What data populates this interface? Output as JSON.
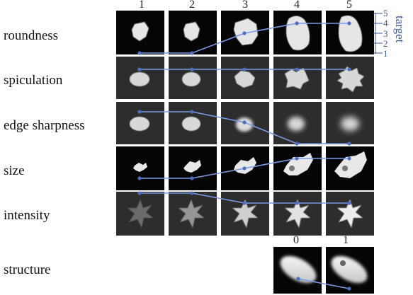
{
  "rows": [
    {
      "id": "roundness",
      "label": "roundness",
      "levels": [
        1,
        1,
        3,
        4,
        4
      ]
    },
    {
      "id": "spiculation",
      "label": "spiculation",
      "levels": [
        1,
        1,
        1,
        1,
        1
      ]
    },
    {
      "id": "edge-sharpness",
      "label": "edge sharpness",
      "levels": [
        1,
        1,
        2,
        4,
        4
      ]
    },
    {
      "id": "size",
      "label": "size",
      "levels": [
        1,
        1,
        2,
        3,
        3
      ]
    },
    {
      "id": "intensity",
      "label": "intensity",
      "levels": [
        1,
        1,
        2,
        2,
        2
      ]
    }
  ],
  "columns": [
    "1",
    "2",
    "3",
    "4",
    "5"
  ],
  "target_scale": {
    "title": "target",
    "ticks": [
      "5",
      "4",
      "3",
      "2",
      "1"
    ]
  },
  "structure": {
    "label": "structure",
    "columns": [
      "0",
      "1"
    ],
    "levels": [
      1,
      0
    ]
  },
  "colors": {
    "line": "#7b9be3",
    "point": "#4a6fc2",
    "axis": "#3a5a9a",
    "tile_dark": "#050505",
    "tile_gray": "#2b2b2b"
  }
}
